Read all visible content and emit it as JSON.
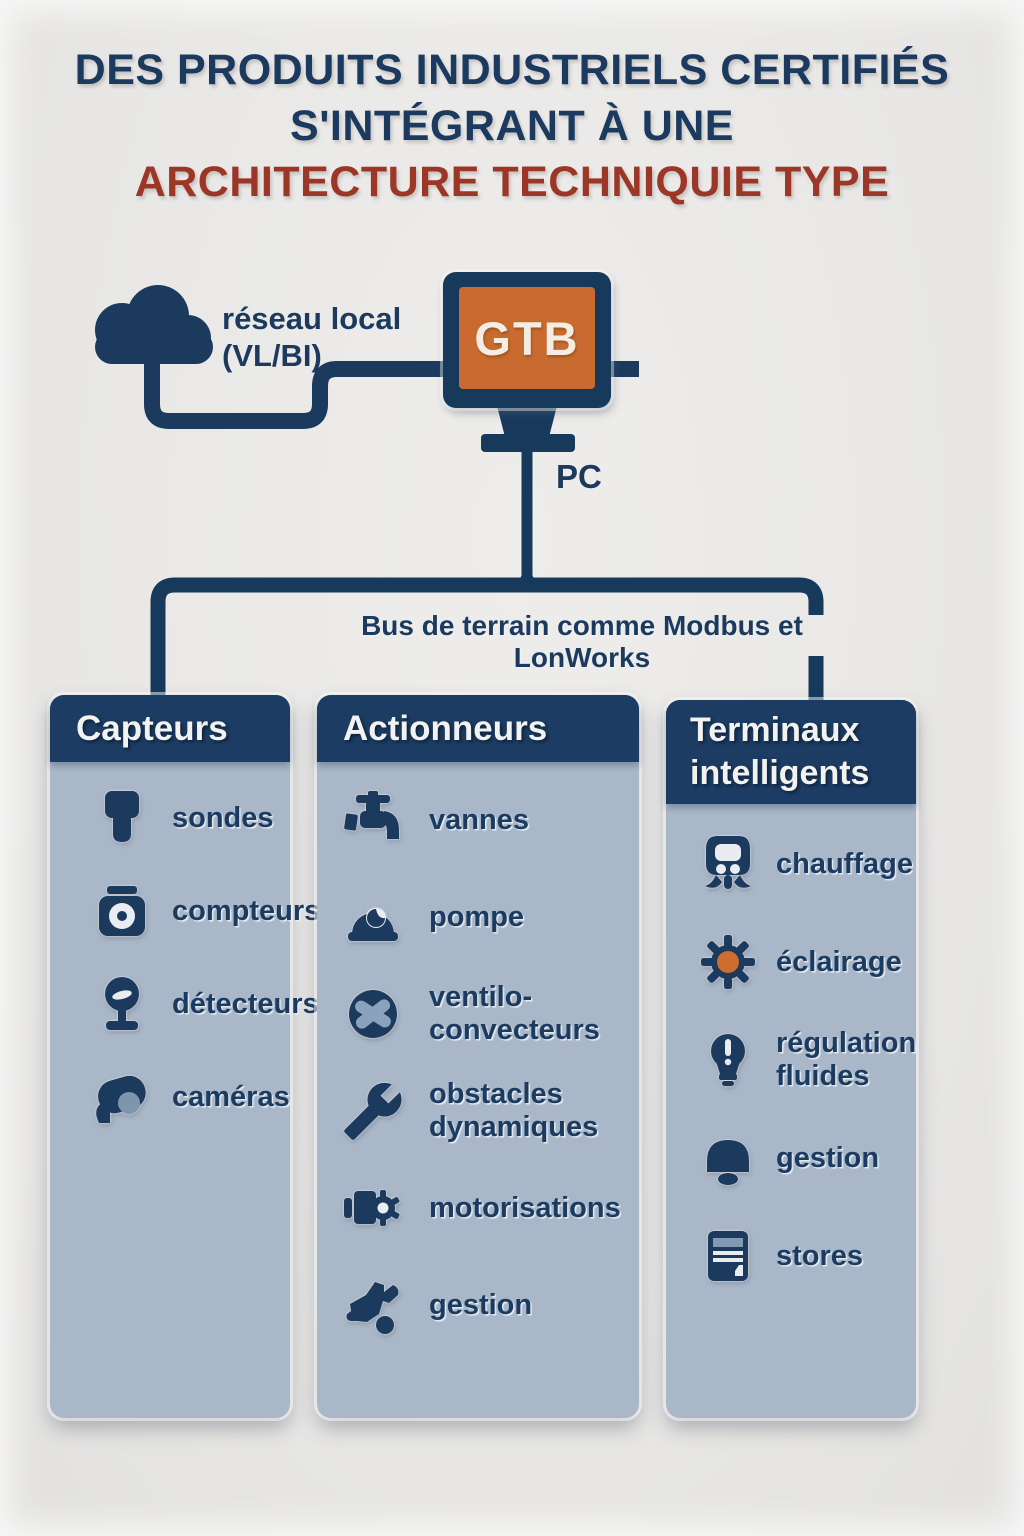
{
  "title": {
    "line1": "DES PRODUITS INDUSTRIELS CERTIFIÉS",
    "line2": "S'INTÉGRANT À UNE",
    "line3": "ARCHITECTURE TECHNIQUIE TYPE"
  },
  "network": {
    "cloud_label": "réseau local\n(VL/BI)",
    "gtb_label": "GTB",
    "pc_label": "PC",
    "bus_label": "Bus de terrain comme Modbus et LonWorks"
  },
  "columns": [
    {
      "title": "Capteurs",
      "items": [
        {
          "icon": "probe-icon",
          "label": "sondes"
        },
        {
          "icon": "meter-icon",
          "label": "compteurs"
        },
        {
          "icon": "detector-icon",
          "label": "détecteurs"
        },
        {
          "icon": "cctv-camera-icon",
          "label": "caméras"
        }
      ]
    },
    {
      "title": "Actionneurs",
      "items": [
        {
          "icon": "faucet-icon",
          "label": "vannes"
        },
        {
          "icon": "pump-icon",
          "label": "pompe"
        },
        {
          "icon": "fan-icon",
          "label": "ventilo-\nconvecteurs"
        },
        {
          "icon": "wrench-icon",
          "label": "obstacles\ndynamiques"
        },
        {
          "icon": "motor-gear-icon",
          "label": "motorisations"
        },
        {
          "icon": "machine-icon",
          "label": "gestion"
        }
      ]
    },
    {
      "title": "Terminaux intelligents",
      "items": [
        {
          "icon": "radiator-icon",
          "label": "chauffage"
        },
        {
          "icon": "gear-icon",
          "label": "éclairage"
        },
        {
          "icon": "lightbulb-icon",
          "label": "régulation\nfluides"
        },
        {
          "icon": "bell-icon",
          "label": "gestion"
        },
        {
          "icon": "blinds-icon",
          "label": "stores"
        }
      ]
    }
  ],
  "palette": {
    "navy": "#1b3a5e",
    "header_navy": "#1c3c63",
    "title_red": "#9c3627",
    "screen_orange": "#c96b30",
    "panel_blue_gray": "#a9b7c8",
    "background_gray": "#e9e8e6",
    "light_detail": "#e9edf2"
  }
}
